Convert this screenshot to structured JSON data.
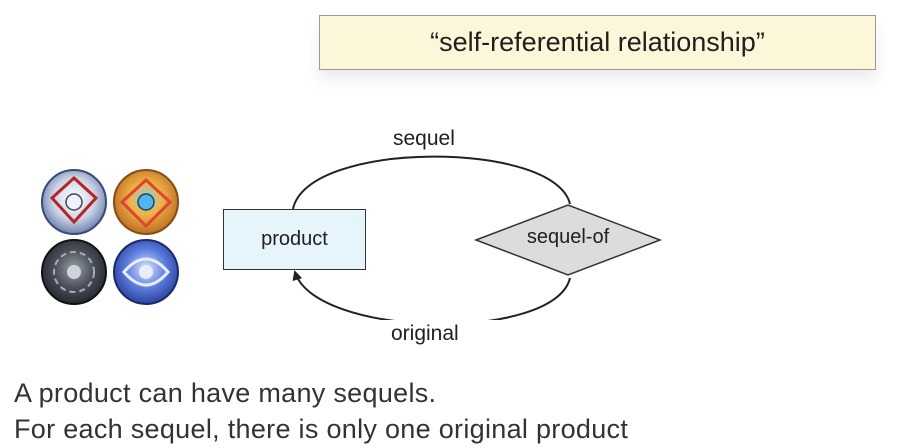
{
  "title": "“self-referential relationship”",
  "diagram": {
    "entity_label": "product",
    "relationship_label": "sequel-of",
    "top_role": "sequel",
    "bottom_role": "original"
  },
  "caption": {
    "line1": "A product can have many sequels.",
    "line2": "For each sequel, there is only one original product"
  },
  "colors": {
    "title_bg": "#fbf7d8",
    "entity_fill": "#e6f4fb",
    "relationship_fill": "#dcdcdc"
  }
}
